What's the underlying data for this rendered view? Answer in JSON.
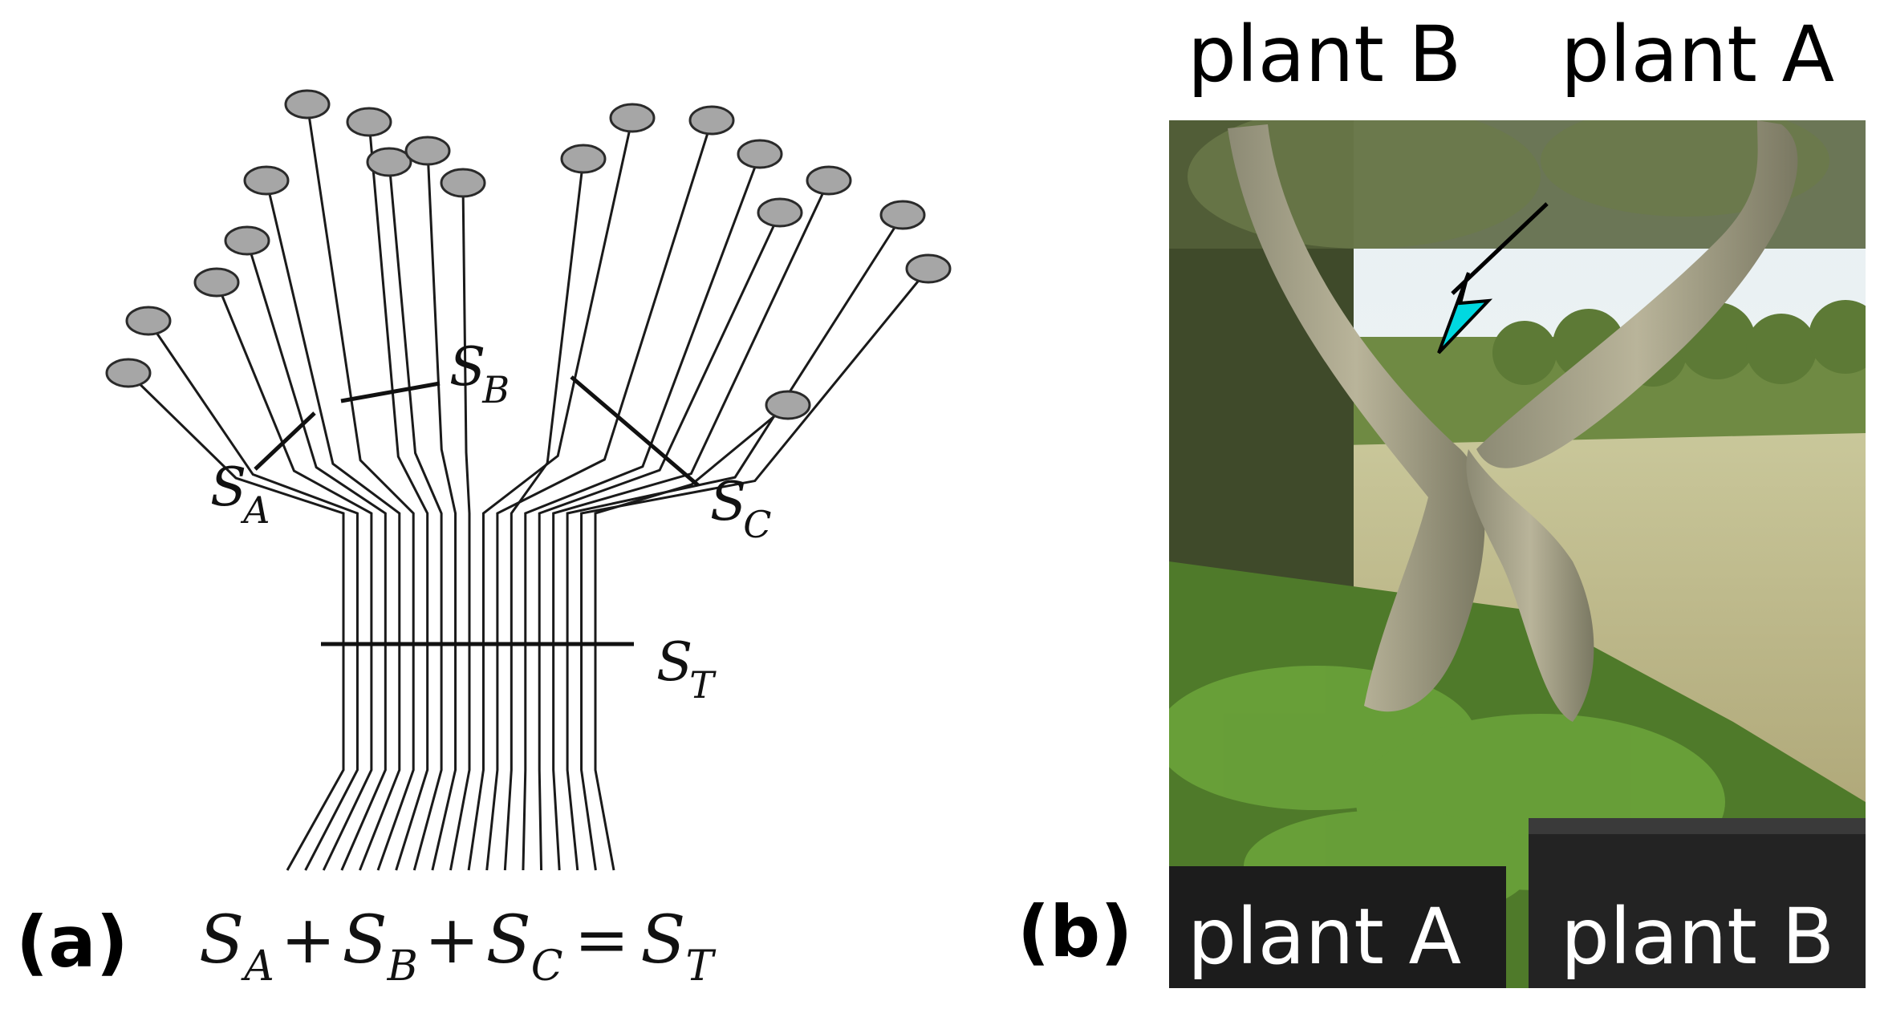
{
  "panel_a": {
    "panel_label": "(a)",
    "section_labels": {
      "sa": {
        "letter": "S",
        "sub": "A"
      },
      "sb": {
        "letter": "S",
        "sub": "B"
      },
      "sc": {
        "letter": "S",
        "sub": "C"
      },
      "st": {
        "letter": "S",
        "sub": "T"
      }
    },
    "equation": {
      "s": "S",
      "sub_a": "A",
      "sub_b": "B",
      "sub_c": "C",
      "sub_t": "T",
      "plus": "+",
      "equals": "="
    }
  },
  "panel_b": {
    "panel_label": "(b)",
    "top_left_label": "plant B",
    "top_right_label": "plant A",
    "bottom_left_label": "plant A",
    "bottom_right_label": "plant B",
    "arrow_color": "#00d8e0"
  },
  "colors": {
    "leaf_fill": "#a6a6a6",
    "leaf_stroke": "#2a2a2a",
    "line": "#1a1a1a"
  }
}
